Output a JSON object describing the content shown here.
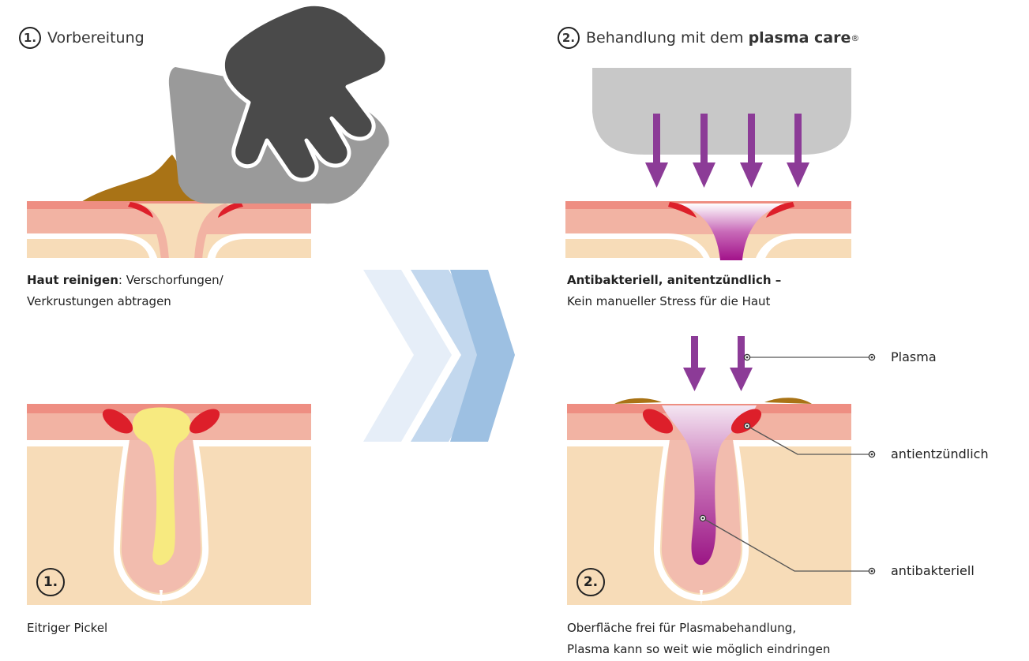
{
  "step1": {
    "number": "1.",
    "title": "Vorbereitung",
    "caption_bold": "Haut reinigen",
    "caption_rest": ": Verschorfungen/",
    "caption_line2": "Verkrustungen abtragen",
    "bottom_badge": "1.",
    "bottom_caption": "Eitriger Pickel"
  },
  "step2": {
    "number": "2.",
    "title_prefix": "Behandlung mit dem ",
    "title_brand": "plasma care",
    "title_reg": "®",
    "caption_line1": "Antibakteriell, anitentzündlich –",
    "caption_line2": "Kein manueller Stress für die Haut",
    "bottom_badge": "2.",
    "bottom_caption_line1": "Oberfläche frei für Plasmabehandlung,",
    "bottom_caption_line2": "Plasma kann so weit wie möglich eindringen"
  },
  "labels": {
    "plasma": "Plasma",
    "anti_inflammatory": "antientzündlich",
    "antibacterial": "antibakteriell"
  },
  "colors": {
    "skin_top": "#f2b3a3",
    "skin_outer_line": "#ee8e82",
    "skin_deep": "#f7dcb8",
    "follicle": "#f2bcae",
    "inflammation": "#dd1f2a",
    "crust": "#a97316",
    "pus": "#f7ea80",
    "plasma_arrow": "#8c3b97",
    "device_gray": "#c8c8c8",
    "hand_dark": "#4a4a4a",
    "cloth_gray": "#9a9a9a",
    "chevron_light": "#e6eef8",
    "chevron_mid": "#c3d8ee",
    "chevron_dark": "#9dc0e2"
  }
}
